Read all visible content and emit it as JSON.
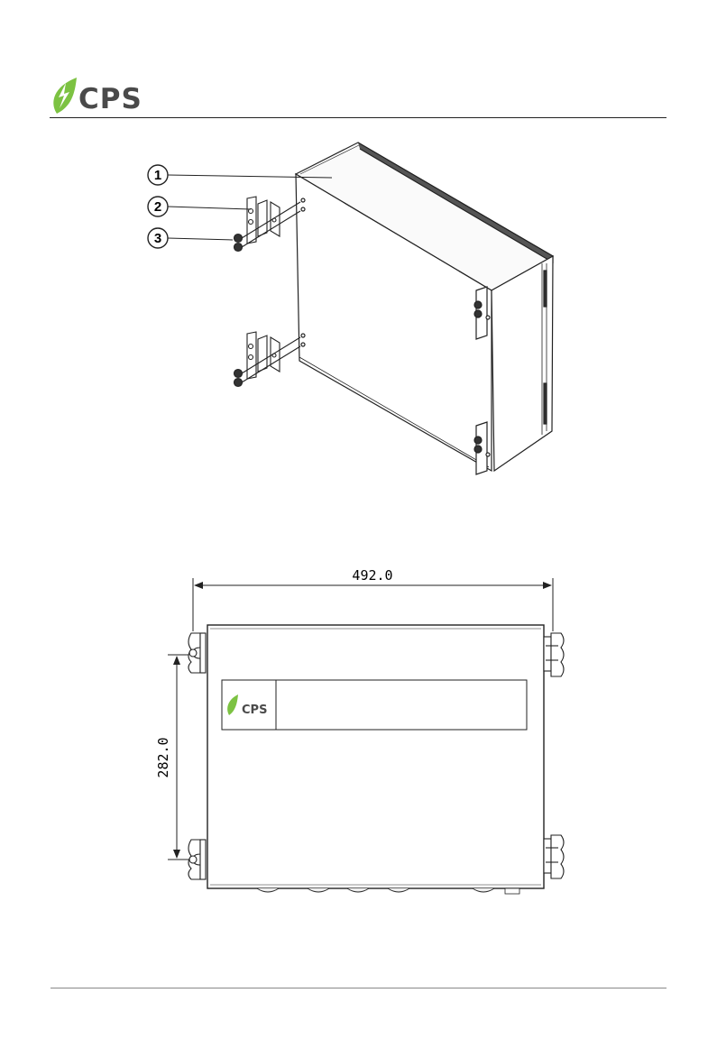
{
  "header": {
    "logo_text": "CPS"
  },
  "figure_top": {
    "callouts": [
      "1",
      "2",
      "3"
    ]
  },
  "figure_bottom": {
    "width_dim": "492.0",
    "height_dim": "282.0",
    "label_logo_text": "CPS"
  }
}
